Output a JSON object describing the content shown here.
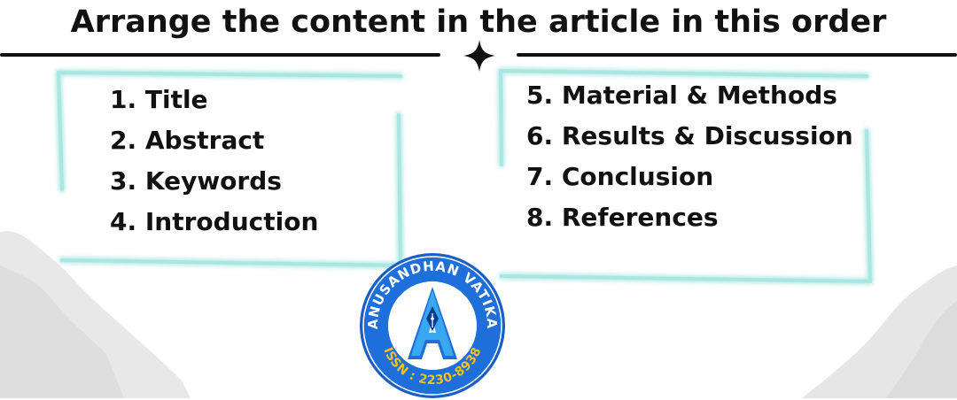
{
  "heading": "Arrange the content in the article in this order",
  "left_items": [
    "1. Title",
    "2. Abstract",
    "3. Keywords",
    "4. Introduction"
  ],
  "right_items": [
    "5. Material & Methods",
    "6. Results & Discussion",
    "7. Conclusion",
    "8. References"
  ],
  "logo": {
    "name": "ANUSANDHAN VATIKA",
    "issn": "ISSN : 2230-8938",
    "letter": "A"
  },
  "colors": {
    "frame": "#a8e6e2",
    "text": "#111111",
    "logo_blue": "#1e6fd9",
    "logo_light": "#3aa8f0",
    "issn_yellow": "#f2c21b",
    "mountain": "#e6e6e6"
  },
  "icons": [
    "star-divider-icon",
    "pen-nib-icon"
  ]
}
